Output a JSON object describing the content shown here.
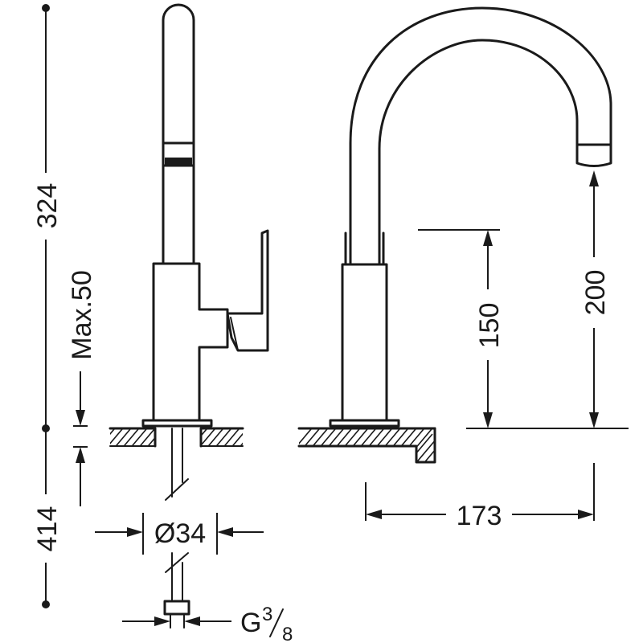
{
  "dimensions": {
    "total_height_above": "324",
    "max_deck": "Max.50",
    "below_deck": "414",
    "base_diameter": "Ø34",
    "connection_prefix": "G",
    "connection_num": "3",
    "connection_den": "8",
    "spout_height_200": "200",
    "spout_height_150": "150",
    "spout_reach": "173"
  },
  "colors": {
    "line": "#1a1a1a",
    "background": "#ffffff"
  }
}
